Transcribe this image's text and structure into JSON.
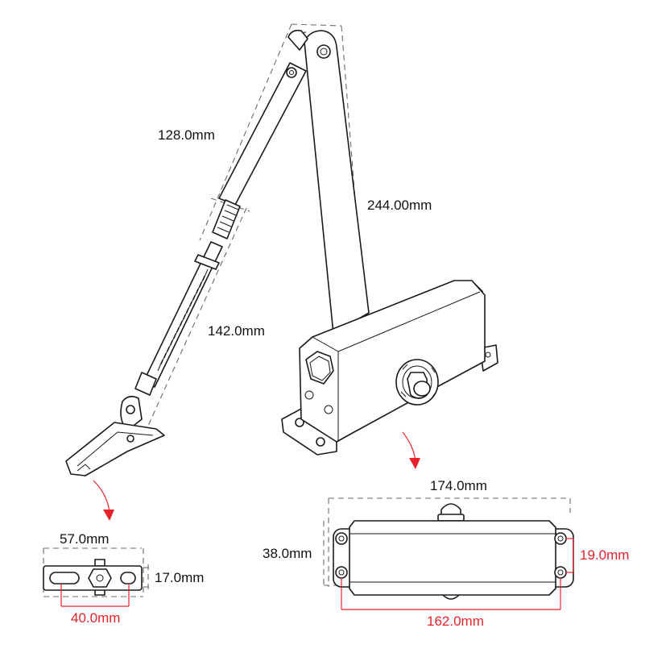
{
  "colors": {
    "line": "#1a1a1a",
    "dimension_red": "#e8212a",
    "guide_gray": "#6b6b6b"
  },
  "labels": {
    "upper_arm_length": "128.0mm",
    "main_arm_length": "244.00mm",
    "rod_length": "142.0mm",
    "bracket_width": "57.0mm",
    "bracket_height": "17.0mm",
    "bracket_hole_spacing": "40.0mm",
    "body_length": "174.0mm",
    "body_height": "38.0mm",
    "body_hole_vertical": "19.0mm",
    "body_hole_spacing": "162.0mm"
  }
}
